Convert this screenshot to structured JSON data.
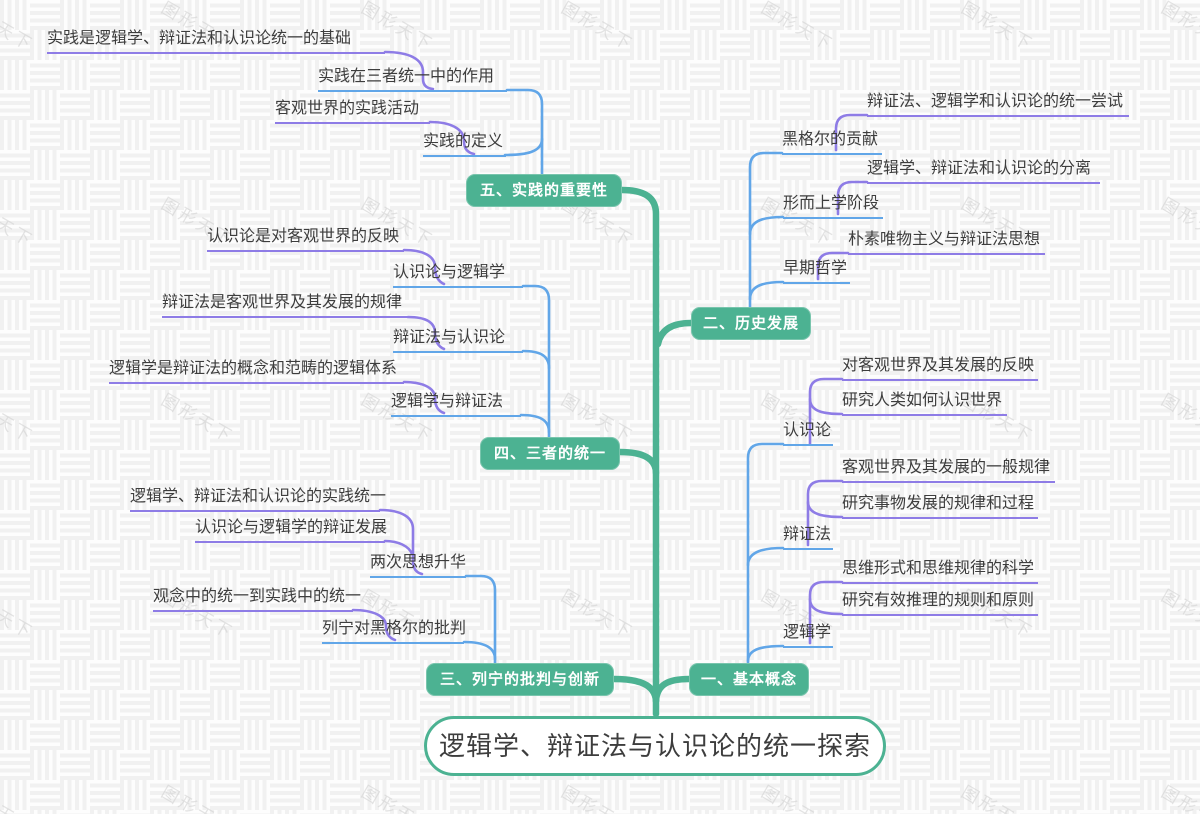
{
  "root": {
    "label": "逻辑学、辩证法与认识论的统一探索"
  },
  "watermark": {
    "text": "图形天下"
  },
  "colors": {
    "main_green": "#4cb292",
    "branch_blue": "#61a6e8",
    "sub_purple": "#8e7ce6",
    "label_text": "#3d3d3d",
    "node_text": "#ffffff",
    "background": "#fdfdfd",
    "pattern_stripe": "#f1f1f1",
    "watermark_gray": "#cfcfcf"
  },
  "branches": [
    {
      "label": "一、基本概念",
      "children": [
        {
          "label": "认识论",
          "children": [
            {
              "label": "对客观世界及其发展的反映"
            },
            {
              "label": "研究人类如何认识世界"
            }
          ]
        },
        {
          "label": "辩证法",
          "children": [
            {
              "label": "客观世界及其发展的一般规律"
            },
            {
              "label": "研究事物发展的规律和过程"
            }
          ]
        },
        {
          "label": "逻辑学",
          "children": [
            {
              "label": "思维形式和思维规律的科学"
            },
            {
              "label": "研究有效推理的规则和原则"
            }
          ]
        }
      ]
    },
    {
      "label": "二、历史发展",
      "children": [
        {
          "label": "黑格尔的贡献",
          "children": [
            {
              "label": "辩证法、逻辑学和认识论的统一尝试"
            }
          ]
        },
        {
          "label": "形而上学阶段",
          "children": [
            {
              "label": "逻辑学、辩证法和认识论的分离"
            }
          ]
        },
        {
          "label": "早期哲学",
          "children": [
            {
              "label": "朴素唯物主义与辩证法思想"
            }
          ]
        }
      ]
    },
    {
      "label": "三、列宁的批判与创新",
      "children": [
        {
          "label": "两次思想升华",
          "children": [
            {
              "label": "逻辑学、辩证法和认识论的实践统一"
            },
            {
              "label": "认识论与逻辑学的辩证发展"
            }
          ]
        },
        {
          "label": "列宁对黑格尔的批判",
          "children": [
            {
              "label": "观念中的统一到实践中的统一"
            }
          ]
        }
      ]
    },
    {
      "label": "四、三者的统一",
      "children": [
        {
          "label": "认识论与逻辑学",
          "children": [
            {
              "label": "认识论是对客观世界的反映"
            }
          ]
        },
        {
          "label": "辩证法与认识论",
          "children": [
            {
              "label": "辩证法是客观世界及其发展的规律"
            }
          ]
        },
        {
          "label": "逻辑学与辩证法",
          "children": [
            {
              "label": "逻辑学是辩证法的概念和范畴的逻辑体系"
            }
          ]
        }
      ]
    },
    {
      "label": "五、实践的重要性",
      "children": [
        {
          "label": "实践在三者统一中的作用",
          "children": [
            {
              "label": "实践是逻辑学、辩证法和认识论统一的基础"
            }
          ]
        },
        {
          "label": "实践的定义",
          "children": [
            {
              "label": "客观世界的实践活动"
            }
          ]
        }
      ]
    }
  ]
}
